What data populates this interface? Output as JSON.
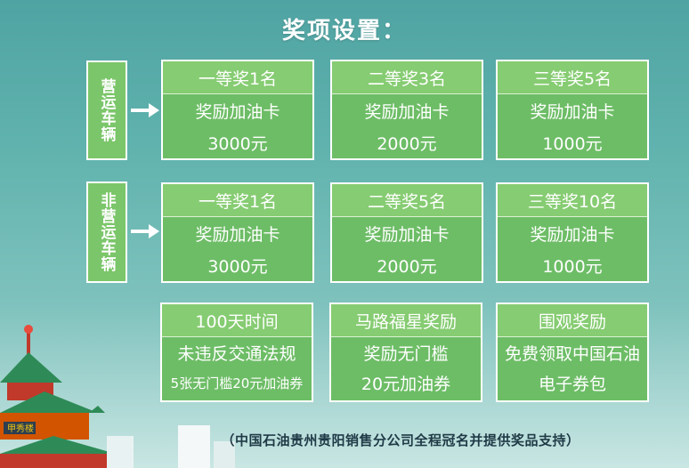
{
  "title": "奖项设置：",
  "groups": [
    {
      "label": "营运车辆",
      "cards": [
        {
          "head": "一等奖1名",
          "line1": "奖励加油卡",
          "line2": "3000元"
        },
        {
          "head": "二等奖3名",
          "line1": "奖励加油卡",
          "line2": "2000元"
        },
        {
          "head": "三等奖5名",
          "line1": "奖励加油卡",
          "line2": "1000元"
        }
      ]
    },
    {
      "label": "非营运车辆",
      "cards": [
        {
          "head": "一等奖1名",
          "line1": "奖励加油卡",
          "line2": "3000元"
        },
        {
          "head": "二等奖5名",
          "line1": "奖励加油卡",
          "line2": "2000元"
        },
        {
          "head": "三等奖10名",
          "line1": "奖励加油卡",
          "line2": "1000元"
        }
      ]
    }
  ],
  "special": [
    {
      "head": "100天时间",
      "line1": "未违反交通法规",
      "line2": "5张无门槛20元加油券"
    },
    {
      "head": "马路福星奖励",
      "line1": "奖励无门槛",
      "line2": "20元加油券"
    },
    {
      "head": "围观奖励",
      "line1": "免费领取中国石油",
      "line2": "电子券包"
    }
  ],
  "sign_text": "甲秀楼",
  "footer": "（中国石油贵州贵阳销售分公司全程冠名并提供奖品支持）",
  "colors": {
    "card": "#6dbd66",
    "card_head": "#86cc72",
    "border": "#ffffff"
  }
}
